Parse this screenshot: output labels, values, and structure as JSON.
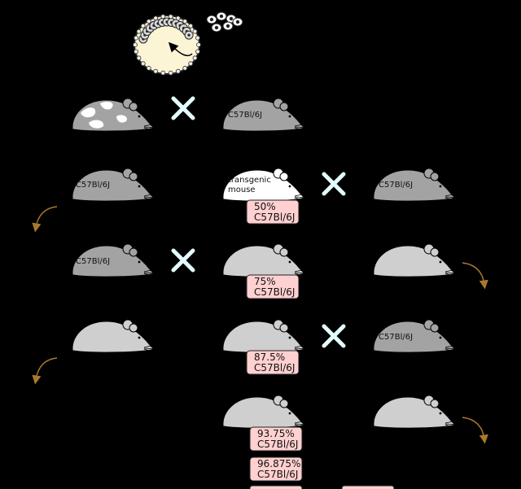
{
  "colors": {
    "background": "#000000",
    "mouse_dark": "#a3a3a3",
    "mouse_light": "#cfcfcf",
    "mouse_white": "#ffffff",
    "badge_fill": "#ffd0d0",
    "cross": "#e3fbfb",
    "arrow": "#a8792b",
    "blastocyst": "#fbf5d5"
  },
  "mouse_labels": {
    "c57": "C57Bl/6J",
    "transgenic_1": "transgenic",
    "transgenic_2": "mouse"
  },
  "generations": [
    {
      "pct": "50%",
      "strain": "C57Bl/6J"
    },
    {
      "pct": "75%",
      "strain": "C57Bl/6J"
    },
    {
      "pct": "87.5%",
      "strain": "C57Bl/6J"
    },
    {
      "pct": "93.75%",
      "strain": "C57Bl/6J"
    },
    {
      "pct": "96.875%",
      "strain": "C57Bl/6J"
    }
  ],
  "icons": [
    "blastocyst-icon",
    "es-cells-icon",
    "cross-icon",
    "mouse-icon",
    "curved-arrow-icon"
  ]
}
